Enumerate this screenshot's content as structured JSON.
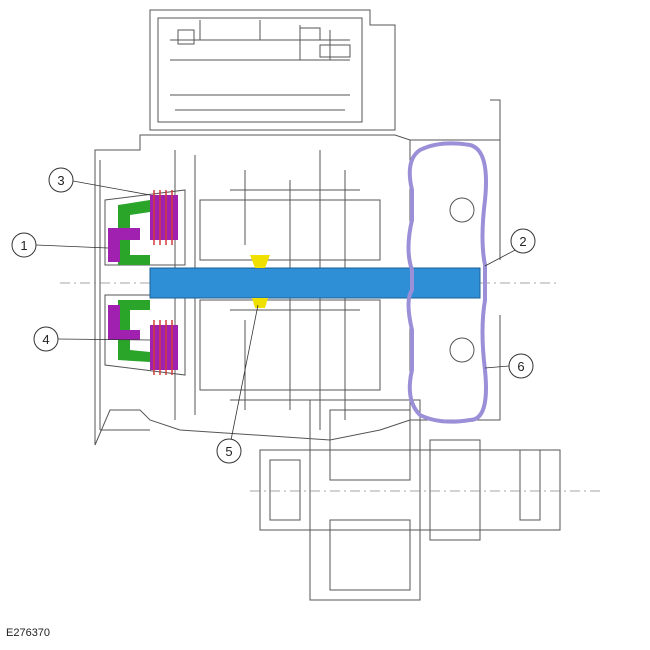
{
  "figure": {
    "reference_code": "E276370",
    "callouts": [
      {
        "number": "1"
      },
      {
        "number": "2"
      },
      {
        "number": "3"
      },
      {
        "number": "4"
      },
      {
        "number": "5"
      },
      {
        "number": "6"
      }
    ]
  },
  "colors": {
    "line": "#555555",
    "shaft": "#2f8fd6",
    "clutch_green": "#2aa52a",
    "clutch_magenta": "#a020b0",
    "friction_red": "#d23a3a",
    "bearing_yellow": "#f0e000",
    "torque_converter_violet": "#9b8fd8"
  }
}
